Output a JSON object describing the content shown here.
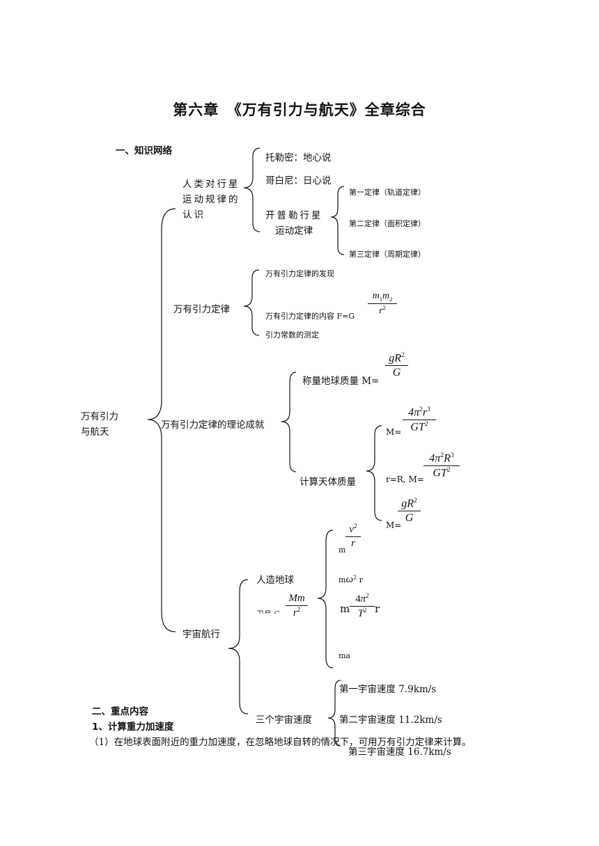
{
  "title": "第六章　《万有引力与航天》全章综合",
  "section1": {
    "heading": "一、知识网络"
  },
  "root": {
    "line1": "万有引力",
    "line2": "与航天"
  },
  "branch1": {
    "label_line1": "人类对行星",
    "label_line2": "运动规律的",
    "label_line3": "认识",
    "items": [
      "托勒密：地心说",
      "哥白尼：日心说"
    ],
    "kepler": {
      "label_line1": "开普勒行星",
      "label_line2": "运动定律",
      "laws": [
        "第一定律（轨道定律）",
        "第二定律（面积定律）",
        "第三定律（周期定律）"
      ]
    }
  },
  "branch2": {
    "label": "万有引力定律",
    "items": [
      "万有引力定律的发现",
      "万有引力定律的内容 F=G",
      "引力常数的测定"
    ]
  },
  "branch3": {
    "label": "万有引力定律的理论成就",
    "earth_mass": "称量地球质量 M=",
    "celestial_mass": "计算天体质量",
    "formula_prefixes": [
      "M=",
      "r=R, M=",
      "M="
    ]
  },
  "branch4": {
    "label": "宇宙航行",
    "satellite": "人造地球",
    "satellite_partial": "卫星 G",
    "formula_prefixes": [
      "m",
      "m",
      "m",
      "ma"
    ],
    "formula_suffixes": [
      "r",
      "r"
    ],
    "speeds_label": "三个宇宙速度",
    "speeds": [
      "第一宇宙速度 7.9km/s",
      "第二宇宙速度 11.2km/s",
      "第三宇宙速度 16.7km/s"
    ]
  },
  "section2": {
    "heading": "二、重点内容",
    "sub1": "1、计算重力加速度",
    "para1": "（1）在地球表面附近的重力加速度，在忽略地球自转的情况下，可用万有引力定律来计算。"
  }
}
